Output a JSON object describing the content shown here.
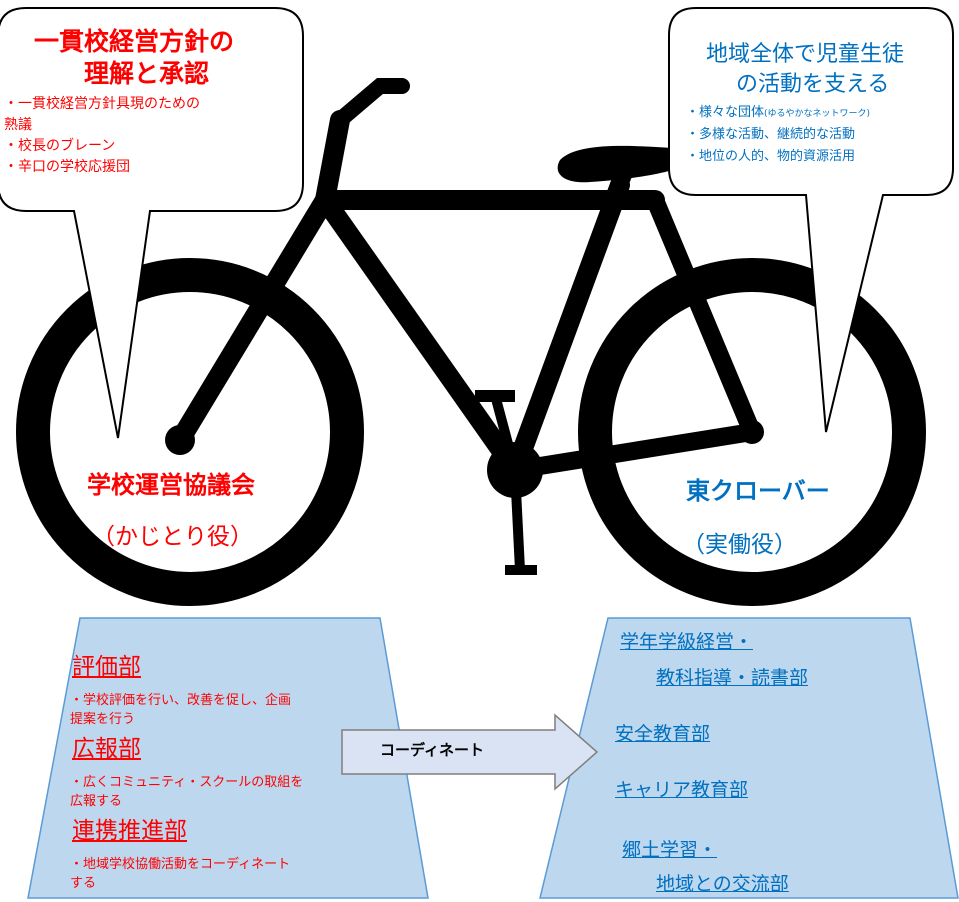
{
  "left_bubble": {
    "title_line1": "一貫校経営方針の",
    "title_line2": "理解と承認",
    "items": [
      "・一貫校経営方針具現のための",
      "熟議",
      "・校長のブレーン",
      "・辛口の学校応援団"
    ]
  },
  "right_bubble": {
    "title_line1": "地域全体で児童生徒",
    "title_line2": "の活動を支える",
    "item1_main": "・様々な団体",
    "item1_small": "(ゆるやかなネットワーク)",
    "item2": "・多様な活動、継続的な活動",
    "item3": "・地位の人的、物的資源活用"
  },
  "left_wheel": {
    "name": "学校運営協議会",
    "role": "（かじとり役）"
  },
  "right_wheel": {
    "name": "東クローバー",
    "role": "（実働役）"
  },
  "left_panel": {
    "sections": [
      {
        "heading": "評価部",
        "desc_lines": [
          "・学校評価を行い、改善を促し、企画",
          "提案を行う"
        ]
      },
      {
        "heading": "広報部",
        "desc_lines": [
          "・広くコミュニティ・スクールの取組を",
          "広報する"
        ]
      },
      {
        "heading": "連携推進部",
        "desc_lines": [
          "・地域学校協働活動をコーディネート",
          "する"
        ]
      }
    ]
  },
  "arrow": {
    "label": "コーディネート"
  },
  "right_panel": {
    "items": [
      {
        "lines": [
          "学年学級経営・",
          "教科指導・読書部"
        ]
      },
      {
        "lines": [
          "安全教育部"
        ]
      },
      {
        "lines": [
          "キャリア教育部"
        ]
      },
      {
        "lines": [
          "郷土学習・",
          "地域との交流部"
        ]
      }
    ]
  },
  "colors": {
    "red_text": "#ff0000",
    "blue_text": "#0070c0",
    "panel_fill": "#bdd7ee",
    "panel_stroke": "#5b9bd5",
    "arrow_fill": "#dae3f3",
    "bike": "#000000"
  }
}
